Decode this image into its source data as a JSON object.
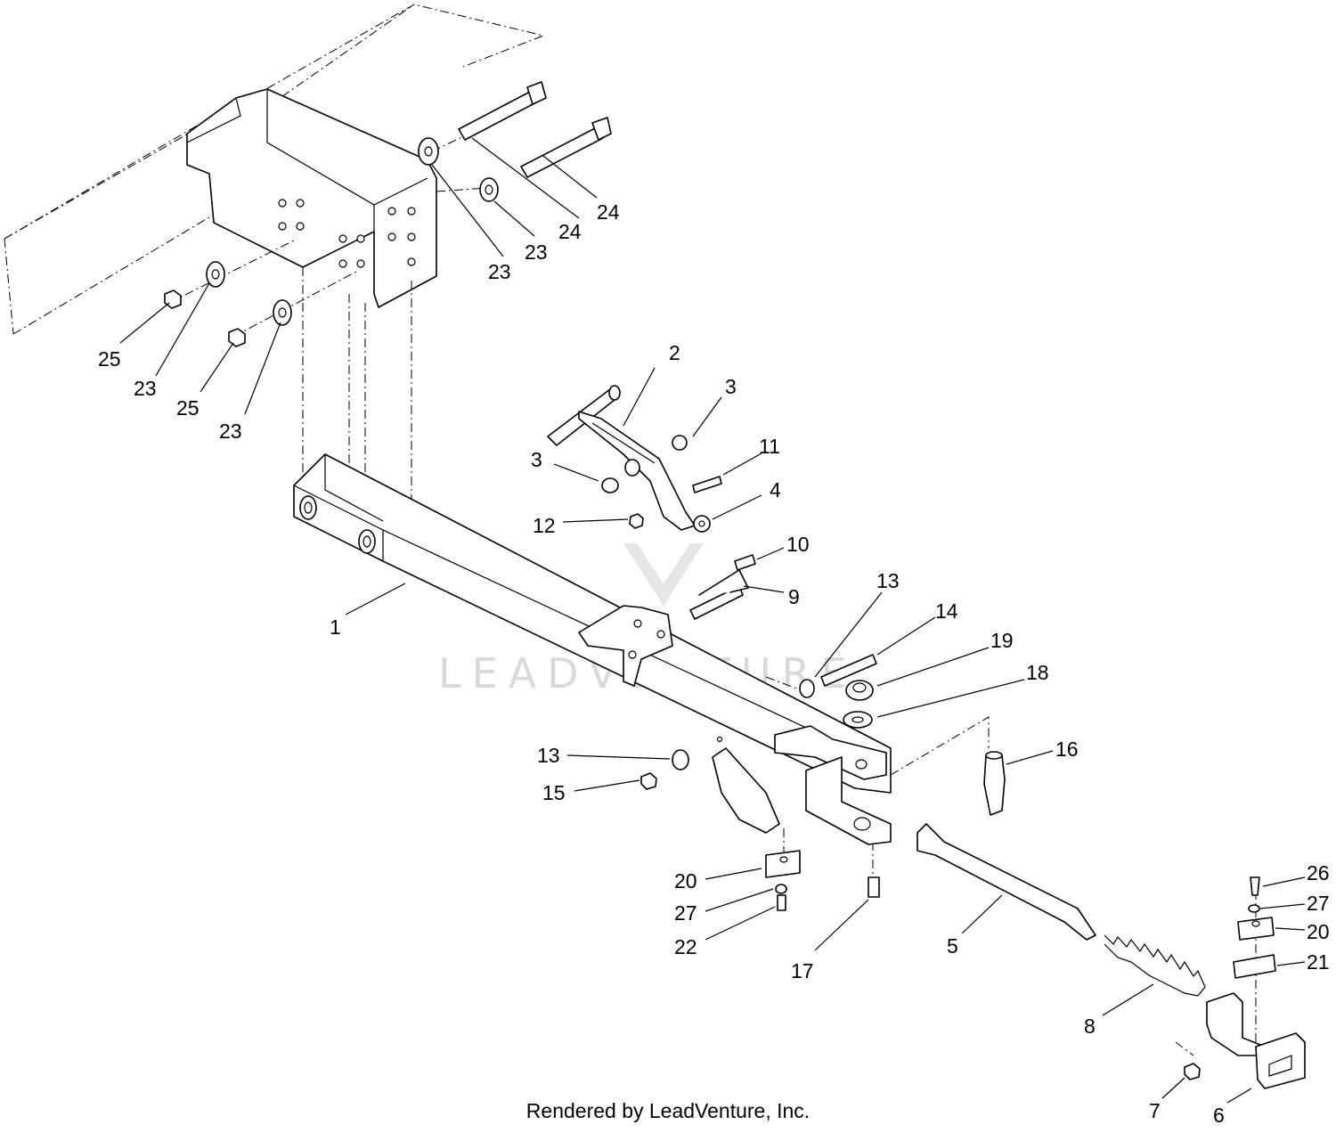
{
  "diagram": {
    "watermark": "LEADVENTURE",
    "footer": "Rendered by LeadVenture, Inc."
  },
  "callouts": {
    "c1": "1",
    "c2": "2",
    "c3a": "3",
    "c3b": "3",
    "c4": "4",
    "c5": "5",
    "c6": "6",
    "c7": "7",
    "c8": "8",
    "c9": "9",
    "c10": "10",
    "c11": "11",
    "c12": "12",
    "c13a": "13",
    "c13b": "13",
    "c14": "14",
    "c15": "15",
    "c16": "16",
    "c17": "17",
    "c18": "18",
    "c19": "19",
    "c20a": "20",
    "c20b": "20",
    "c21": "21",
    "c22": "22",
    "c23a": "23",
    "c23b": "23",
    "c23c": "23",
    "c23d": "23",
    "c24a": "24",
    "c24b": "24",
    "c25a": "25",
    "c25b": "25",
    "c26": "26",
    "c27a": "27",
    "c27b": "27"
  }
}
